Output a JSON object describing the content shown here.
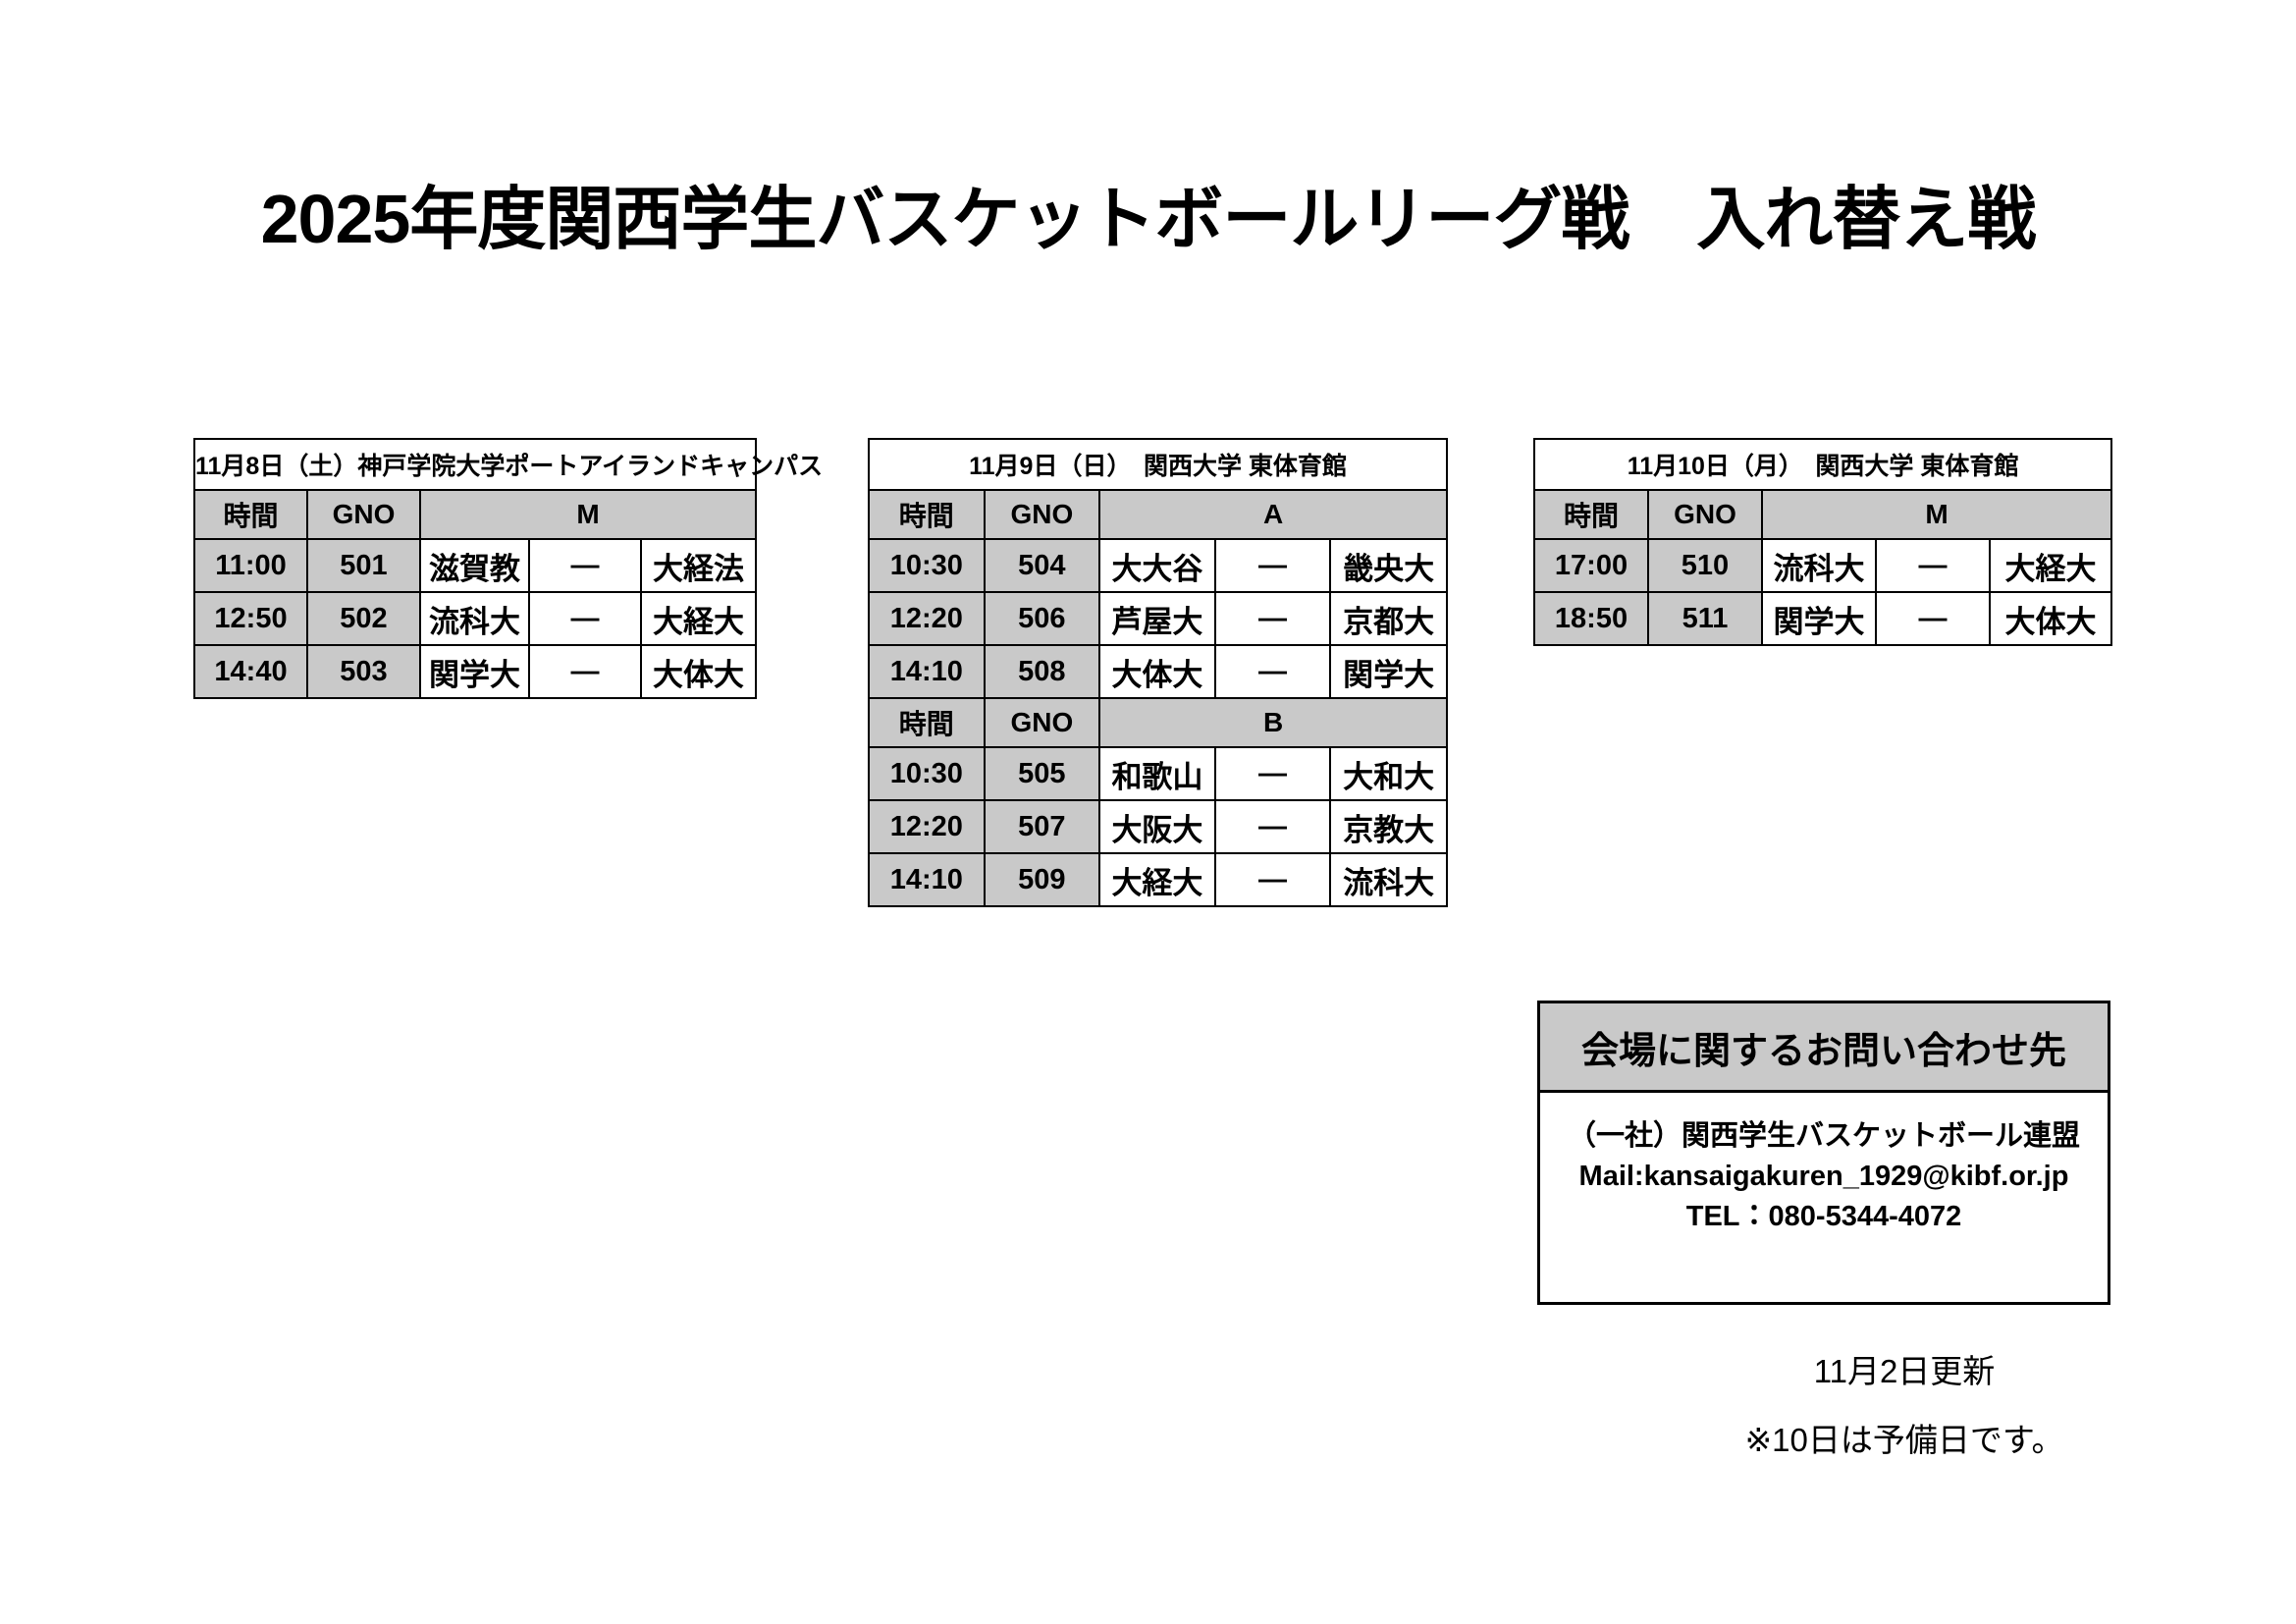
{
  "title": "2025年度関西学生バスケットボールリーグ戦　入れ替え戦",
  "columns": {
    "time": "時間",
    "gno": "GNO",
    "dash": "—"
  },
  "tables": [
    {
      "id": "nov8",
      "venue": "11月8日（土）神戸学院大学ポートアイランドキャンパス",
      "sections": [
        {
          "group": "M",
          "rows": [
            {
              "time": "11:00",
              "gno": "501",
              "team1": "滋賀教",
              "team2": "大経法"
            },
            {
              "time": "12:50",
              "gno": "502",
              "team1": "流科大",
              "team2": "大経大"
            },
            {
              "time": "14:40",
              "gno": "503",
              "team1": "関学大",
              "team2": "大体大"
            }
          ]
        }
      ]
    },
    {
      "id": "nov9",
      "venue": "11月9日（日）　関西大学 東体育館",
      "sections": [
        {
          "group": "A",
          "rows": [
            {
              "time": "10:30",
              "gno": "504",
              "team1": "大大谷",
              "team2": "畿央大"
            },
            {
              "time": "12:20",
              "gno": "506",
              "team1": "芦屋大",
              "team2": "京都大"
            },
            {
              "time": "14:10",
              "gno": "508",
              "team1": "大体大",
              "team2": "関学大"
            }
          ]
        },
        {
          "group": "B",
          "rows": [
            {
              "time": "10:30",
              "gno": "505",
              "team1": "和歌山",
              "team2": "大和大"
            },
            {
              "time": "12:20",
              "gno": "507",
              "team1": "大阪大",
              "team2": "京教大"
            },
            {
              "time": "14:10",
              "gno": "509",
              "team1": "大経大",
              "team2": "流科大"
            }
          ]
        }
      ]
    },
    {
      "id": "nov10",
      "venue": "11月10日（月）　関西大学 東体育館",
      "sections": [
        {
          "group": "M",
          "rows": [
            {
              "time": "17:00",
              "gno": "510",
              "team1": "流科大",
              "team2": "大経大"
            },
            {
              "time": "18:50",
              "gno": "511",
              "team1": "関学大",
              "team2": "大体大"
            }
          ]
        }
      ]
    }
  ],
  "contact": {
    "heading": "会場に関するお問い合わせ先",
    "lines": [
      "（一社）関西学生バスケットボール連盟",
      "Mail:kansaigakuren_1929@kibf.or.jp",
      "TEL：080-5344-4072"
    ]
  },
  "footer": {
    "updated": "11月2日更新",
    "reserve_note": "※10日は予備日です。"
  },
  "colors": {
    "header_gray": "#c9c9c9",
    "border": "#000000",
    "text": "#000000",
    "background": "#ffffff"
  }
}
